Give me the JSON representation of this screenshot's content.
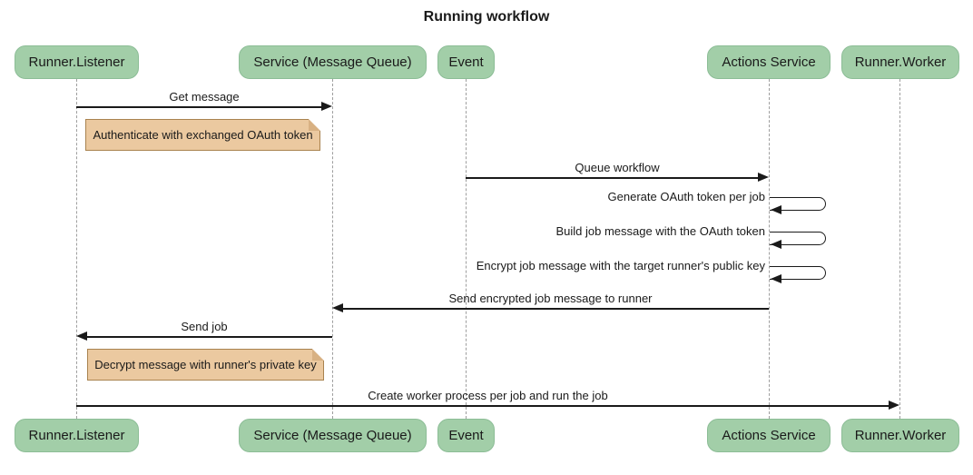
{
  "title": "Running workflow",
  "participants": [
    {
      "id": "runner-listener",
      "label": "Runner.Listener"
    },
    {
      "id": "service-message-queue",
      "label": "Service (Message Queue)"
    },
    {
      "id": "event",
      "label": "Event"
    },
    {
      "id": "actions-service",
      "label": "Actions Service"
    },
    {
      "id": "runner-worker",
      "label": "Runner.Worker"
    }
  ],
  "messages": [
    {
      "text": "Get message",
      "from": "Runner.Listener",
      "to": "Service (Message Queue)",
      "type": "arrow"
    },
    {
      "text": "Queue workflow",
      "from": "Event",
      "to": "Actions Service",
      "type": "arrow"
    },
    {
      "text": "Generate OAuth token per job",
      "from": "Actions Service",
      "to": "Actions Service",
      "type": "self"
    },
    {
      "text": "Build job message with the OAuth token",
      "from": "Actions Service",
      "to": "Actions Service",
      "type": "self"
    },
    {
      "text": "Encrypt job message with the target runner's public key",
      "from": "Actions Service",
      "to": "Actions Service",
      "type": "self"
    },
    {
      "text": "Send encrypted job message to runner",
      "from": "Actions Service",
      "to": "Service (Message Queue)",
      "type": "arrow"
    },
    {
      "text": "Send job",
      "from": "Service (Message Queue)",
      "to": "Runner.Listener",
      "type": "arrow"
    },
    {
      "text": "Create worker process per job and run the job",
      "from": "Runner.Listener",
      "to": "Runner.Worker",
      "type": "arrow"
    }
  ],
  "notes": [
    {
      "text": "Authenticate with exchanged OAuth token",
      "over": "Runner.Listener"
    },
    {
      "text": "Decrypt message with runner's private key",
      "over": "Runner.Listener"
    }
  ],
  "colors": {
    "participant_fill": "#A2CEA8",
    "participant_border": "#8CBD96",
    "note_fill": "#EBC9A0",
    "note_border": "#A9834F",
    "note_flap": "#D8B183",
    "lifeline": "#9E9E9E",
    "arrow": "#1A1A1A",
    "text": "#1A1A1A",
    "background": "#FFFFFF"
  }
}
